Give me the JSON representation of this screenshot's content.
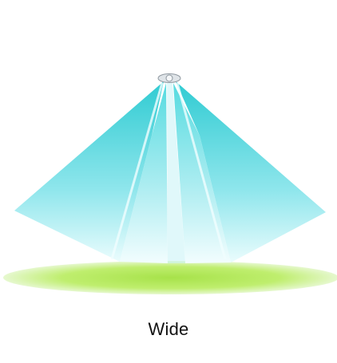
{
  "caption": "Wide",
  "colors": {
    "beam_top": "#3fd6dc",
    "beam_bottom": "#e9fbfd",
    "ground": "#b8ea63",
    "ground_edge": "#dff7bf",
    "fixture": "#cfd6dd",
    "text": "#111111"
  },
  "icons": {
    "light_fixture": "ceiling-light-fixture-icon",
    "light_beam": "wide-beam-cone",
    "floor": "ground-ellipse"
  }
}
